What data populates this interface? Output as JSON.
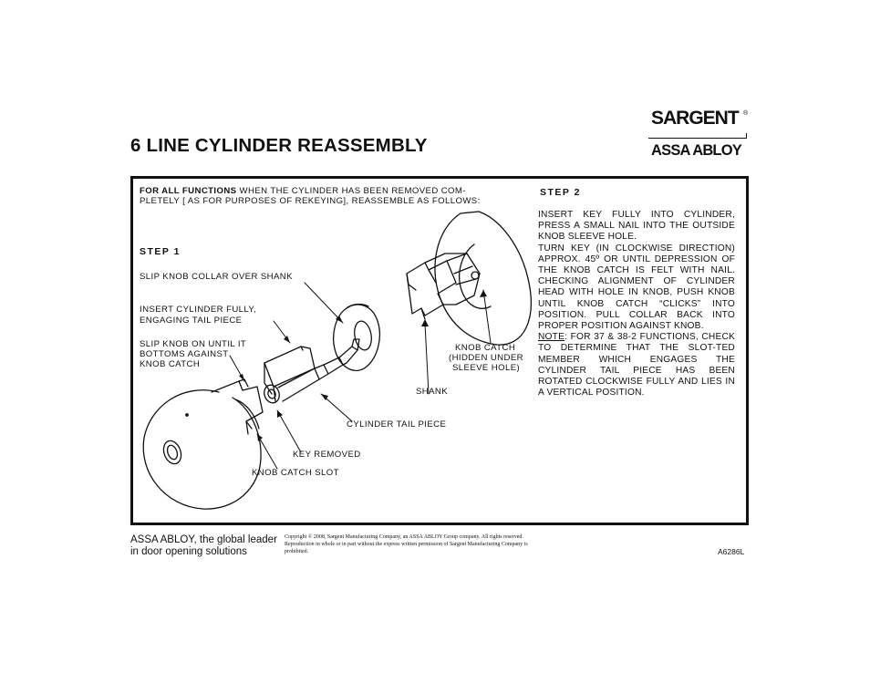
{
  "header": {
    "title": "6 LINE CYLINDER REASSEMBLY",
    "logo_sargent": "SARGENT",
    "logo_reg": "®",
    "logo_assa": "ASSA ABLOY"
  },
  "panel": {
    "intro_line1_bold": "FOR ALL FUNCTIONS",
    "intro_line1_rest": "  WHEN THE CYLINDER HAS BEEN REMOVED COM-",
    "intro_line2": "PLETELY [ AS FOR PURPOSES OF REKEYING], REASSEMBLE AS FOLLOWS:",
    "step1": "STEP 1",
    "step1_labels": {
      "slip_collar": "SLIP KNOB COLLAR OVER SHANK",
      "insert_line1": "INSERT CYLINDER FULLY,",
      "insert_line2": "ENGAGING TAIL PIECE",
      "slip_knob_line1": "SLIP KNOB ON UNTIL IT",
      "slip_knob_line2": "BOTTOMS AGAINST",
      "slip_knob_line3": "KNOB CATCH"
    },
    "diagram_labels": {
      "knob_catch_line1": "KNOB CATCH",
      "knob_catch_line2": "(HIDDEN UNDER",
      "knob_catch_line3": "SLEEVE HOLE)",
      "shank": "SHANK",
      "cylinder_tail_piece": "CYLINDER TAIL PIECE",
      "key_removed": "KEY REMOVED",
      "knob_catch_slot": "KNOB CATCH SLOT"
    },
    "step2": "STEP 2",
    "step2_instructions": {
      "p1": "INSERT KEY FULLY INTO CYLINDER, PRESS A SMALL NAIL INTO THE OUTSIDE KNOB SLEEVE HOLE.",
      "p2": "TURN KEY (IN CLOCKWISE DIRECTION) APPROX. 45º OR UNTIL DEPRESSION OF THE KNOB CATCH IS FELT WITH NAIL. CHECKING ALIGNMENT OF CYLINDER HEAD WITH HOLE IN KNOB, PUSH KNOB UNTIL KNOB CATCH “CLICKS” INTO POSITION. PULL COLLAR BACK INTO PROPER POSITION AGAINST KNOB.",
      "note_label": "NOTE",
      "note_text": ": FOR 37 & 38-2 FUNCTIONS, CHECK TO DETERMINE THAT THE SLOT-TED MEMBER WHICH ENGAGES THE CYLINDER TAIL PIECE HAS BEEN ROTATED CLOCKWISE FULLY AND LIES IN A VERTICAL POSITION."
    }
  },
  "footer": {
    "tagline_line1": "ASSA ABLOY, the global leader",
    "tagline_line2": "in door opening solutions",
    "copyright": "Copyright © 2008, Sargent Manufacturing Company, an ASSA ABLOY Group company. All rights reserved. Reproduction in whole or in part without the express written permission of Sargent Manufacturing Company is prohibited.",
    "doc_code": "A6286L"
  }
}
